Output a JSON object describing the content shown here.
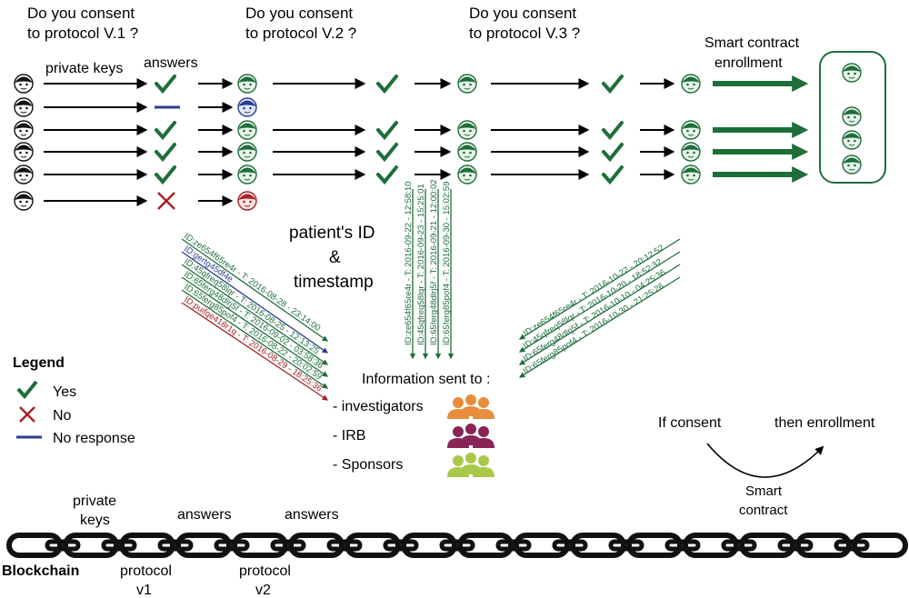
{
  "questions": {
    "v1": [
      "Do you consent",
      "to protocol V.1 ?"
    ],
    "v2": [
      "Do you consent",
      "to protocol V.2 ?"
    ],
    "v3": [
      "Do you consent",
      "to protocol V.3 ?"
    ]
  },
  "labels": {
    "private_keys": "private keys",
    "answers": "answers",
    "smart_contract_enrollment": [
      "Smart contract",
      "enrollment"
    ],
    "patients_id": [
      "patient's ID",
      "&",
      "timestamp"
    ],
    "information_sent_to": "Information sent to :"
  },
  "recipients": [
    {
      "label": "- investigators",
      "color": "#e88d3b"
    },
    {
      "label": "- IRB",
      "color": "#8a2457"
    },
    {
      "label": "- Sponsors",
      "color": "#a8c94a"
    }
  ],
  "legend": {
    "title": "Legend",
    "items": [
      {
        "label": "Yes",
        "icon": "check-icon",
        "color": "#1e6e3a"
      },
      {
        "label": "No",
        "icon": "cross-icon",
        "color": "#a52226"
      },
      {
        "label": "No response",
        "icon": "dash-icon",
        "color": "#2b3d8f"
      }
    ]
  },
  "smart_contract": {
    "if_label": "If consent",
    "then_label": "then enrollment",
    "name": [
      "Smart",
      "contract"
    ]
  },
  "blockchain": {
    "title": "Blockchain",
    "top_labels": [
      [
        "private",
        "keys"
      ],
      [
        "answers"
      ],
      [
        "answers"
      ]
    ],
    "bottom_labels": [
      [
        "protocol",
        "v1"
      ],
      [
        "protocol",
        "v2"
      ]
    ]
  },
  "timestamps_v1": [
    {
      "text": "ID:ze654f65re4r - T: 2016-08-28 - 23:14:00",
      "color": "green"
    },
    {
      "text": "ID:gertg45df4e",
      "color": "blue"
    },
    {
      "text": "ID:45qfreq58lqr - T: 2016-08-25 - 12:13:25",
      "color": "green"
    },
    {
      "text": "ID:65ferg48dlrj5f - T: 2016-09-02 - 03:58:36",
      "color": "green"
    },
    {
      "text": "ID:65ferg85pof4 - T: 2016-08-22 - 20:02:59",
      "color": "green"
    },
    {
      "text": "ID:puifqe418r1q - T: 2016-08-29 - 18:25:36",
      "color": "red"
    }
  ],
  "timestamps_v2": [
    "ID:ze654f65re4r - T: 2016-09-22 - 12:58:10",
    "ID:45qfreq58lqr - T: 2016-09-23 - 15:25:01",
    "ID:65ferg48dlrj5f - T: 2016-09-21 - 12:00:02",
    "ID:65ferg85pof4 - T: 2016-09-30 - 15:02:59"
  ],
  "timestamps_v3": [
    "ID:ze654f65re4r - T: 2016-10-22 - 20:12:52",
    "ID:45qfreq58lqr - T: 2016-10-20 - 18:52:32",
    "ID:65ferg48dlrj5f - T: 2016-10-10 - 04:25:36",
    "ID:65ferg85pof4 - T: 2016-10-30 - 21:25:26"
  ]
}
